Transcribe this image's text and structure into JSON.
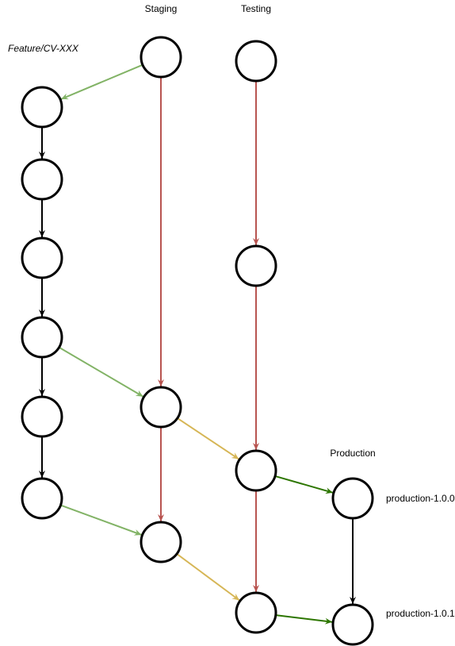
{
  "lanes": {
    "feature": "Feature/CV-XXX",
    "staging": "Staging",
    "testing": "Testing",
    "production": "Production"
  },
  "tags": {
    "v100": "production-1.0.0",
    "v101": "production-1.0.1"
  },
  "colors": {
    "node_stroke": "#000000",
    "commit_edge": "#000000",
    "deploy_edge": "#b85450",
    "merge_edge": "#82b366",
    "promote_edge": "#d6b656",
    "release_edge": "#2d7600"
  },
  "nodes": [
    {
      "id": "f1",
      "lane": "feature"
    },
    {
      "id": "f2",
      "lane": "feature"
    },
    {
      "id": "f3",
      "lane": "feature"
    },
    {
      "id": "f4",
      "lane": "feature"
    },
    {
      "id": "f5",
      "lane": "feature"
    },
    {
      "id": "f6",
      "lane": "feature"
    },
    {
      "id": "s1",
      "lane": "staging"
    },
    {
      "id": "s2",
      "lane": "staging"
    },
    {
      "id": "s3",
      "lane": "staging"
    },
    {
      "id": "t1",
      "lane": "testing"
    },
    {
      "id": "t2",
      "lane": "testing"
    },
    {
      "id": "t3",
      "lane": "testing"
    },
    {
      "id": "t4",
      "lane": "testing"
    },
    {
      "id": "p1",
      "lane": "production"
    },
    {
      "id": "p2",
      "lane": "production"
    }
  ],
  "edges": [
    {
      "from": "s1",
      "to": "f1",
      "kind": "merge"
    },
    {
      "from": "f1",
      "to": "f2",
      "kind": "commit"
    },
    {
      "from": "f2",
      "to": "f3",
      "kind": "commit"
    },
    {
      "from": "f3",
      "to": "f4",
      "kind": "commit"
    },
    {
      "from": "f4",
      "to": "f5",
      "kind": "commit"
    },
    {
      "from": "f5",
      "to": "f6",
      "kind": "commit"
    },
    {
      "from": "f4",
      "to": "s2",
      "kind": "merge"
    },
    {
      "from": "f6",
      "to": "s3",
      "kind": "merge"
    },
    {
      "from": "s1",
      "to": "s2",
      "kind": "deploy"
    },
    {
      "from": "s2",
      "to": "s3",
      "kind": "deploy"
    },
    {
      "from": "t1",
      "to": "t2",
      "kind": "deploy"
    },
    {
      "from": "t2",
      "to": "t3",
      "kind": "deploy"
    },
    {
      "from": "t3",
      "to": "t4",
      "kind": "deploy"
    },
    {
      "from": "s2",
      "to": "t3",
      "kind": "promote"
    },
    {
      "from": "s3",
      "to": "t4",
      "kind": "promote"
    },
    {
      "from": "t3",
      "to": "p1",
      "kind": "release"
    },
    {
      "from": "t4",
      "to": "p2",
      "kind": "release"
    },
    {
      "from": "p1",
      "to": "p2",
      "kind": "commit"
    }
  ]
}
